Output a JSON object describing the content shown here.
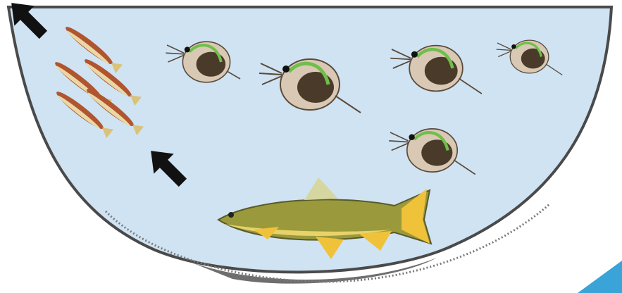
{
  "scene": {
    "subject": "bowl-of-water-with-fish-and-water-fleas",
    "colors": {
      "water": "#cfe3f3",
      "bowl_rim": "#4a4a4a",
      "bowl_base": "#6e6e6e",
      "arrow": "#111111",
      "daphnia_shell": "#d9c9b4",
      "daphnia_gut": "#6fbf4a",
      "daphnia_brood": "#4a3a2a",
      "trout_body": "#9a9a3c",
      "trout_belly": "#e8d26a",
      "trout_fins": "#f0c23a",
      "small_fish": "#b0552f",
      "corner_accent": "#3aa3d8"
    },
    "icons": [
      "arrow-icon",
      "arrow-icon",
      "trout",
      "daphnia",
      "small-fish-school"
    ]
  }
}
